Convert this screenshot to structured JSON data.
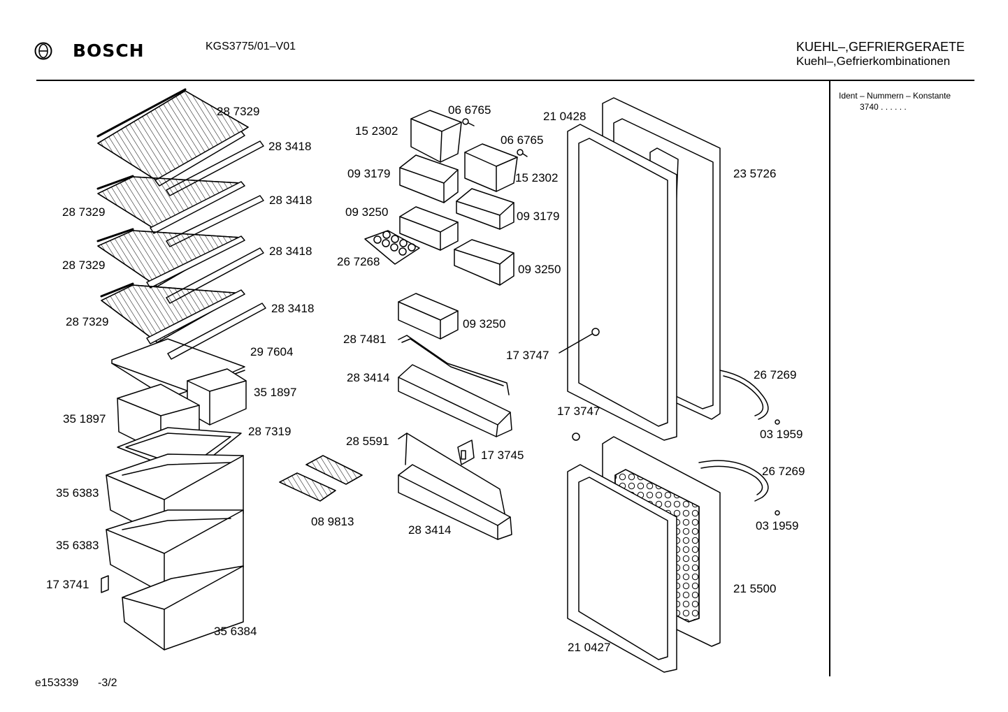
{
  "header": {
    "brand": "BOSCH",
    "model": "KGS3775/01–V01",
    "category_line1": "KUEHL–,GEFRIERGERAETE",
    "category_line2": "Kuehl–,Gefrierkombinationen"
  },
  "ident": {
    "title": "Ident – Nummern – Konstante",
    "value": "3740 . . . . . ."
  },
  "footer": {
    "code": "e153339",
    "page": "-3/2"
  },
  "parts": [
    "28 7329",
    "28 3418",
    "28 7329",
    "28 3418",
    "28 7329",
    "28 3418",
    "28 7329",
    "28 3418",
    "29 7604",
    "35 1897",
    "35 1897",
    "28 7319",
    "35 6383",
    "35 6383",
    "17 3741",
    "35 6384",
    "06 6765",
    "15 2302",
    "06 6765",
    "15 2302",
    "09 3179",
    "09 3179",
    "09 3250",
    "26 7268",
    "09 3250",
    "09 3250",
    "28 7481",
    "28 3414",
    "28 5591",
    "17 3745",
    "28 3414",
    "08 9813",
    "21 0428",
    "23 5726",
    "17 3747",
    "17 3747",
    "26 7269",
    "03 1959",
    "26 7269",
    "03 1959",
    "21 5500",
    "21 0427"
  ]
}
